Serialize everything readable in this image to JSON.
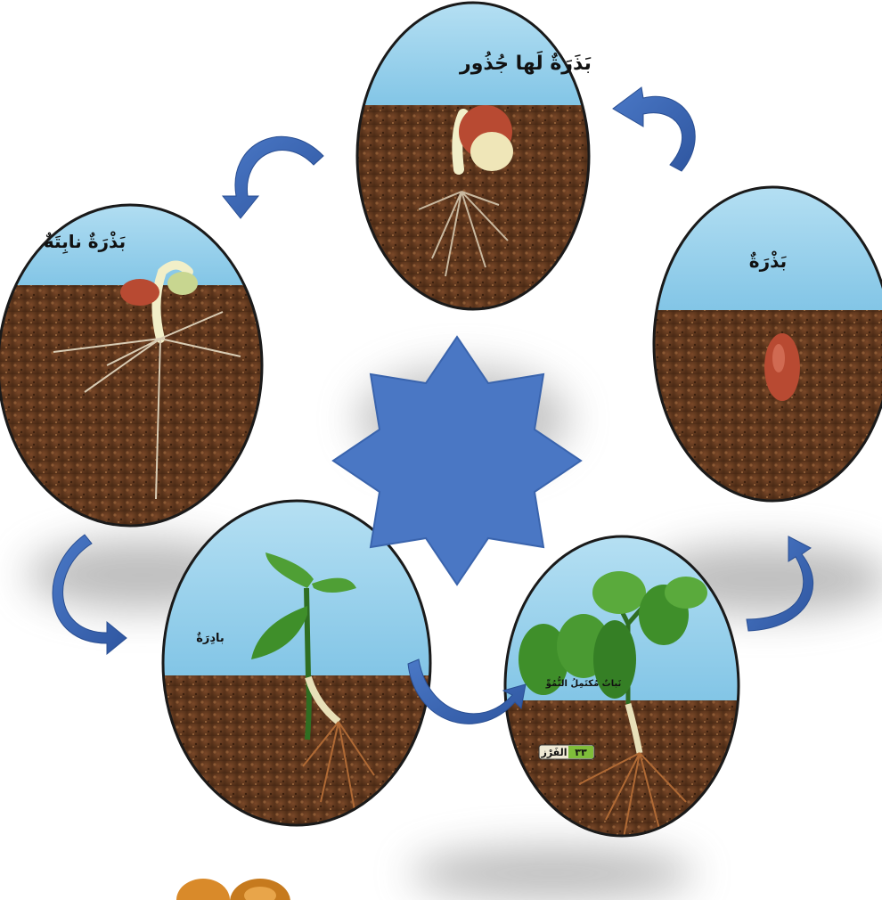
{
  "stages": {
    "seed": "بَذْرَةٌ",
    "seed_with_roots": "بَذَرَةٌ لَها جُذُور",
    "germinating_seed": "بَذْرَةٌ نابِتَةٌ",
    "seedling": "بادِرَةٌ",
    "mature_plant": "نَباتٌ مُكتَمِلُ النُّمُوِّ"
  },
  "page_tag": {
    "number": "٣٣",
    "label": "الفَرْز"
  },
  "colors": {
    "sky": "#8fcde9",
    "soil": "#6b3f22",
    "arrow": "#3b67b3",
    "star": "#4a77c4",
    "frame": "#1a1a1a",
    "leaf": "#3f8f2a",
    "seed_coat": "#b84a32"
  }
}
